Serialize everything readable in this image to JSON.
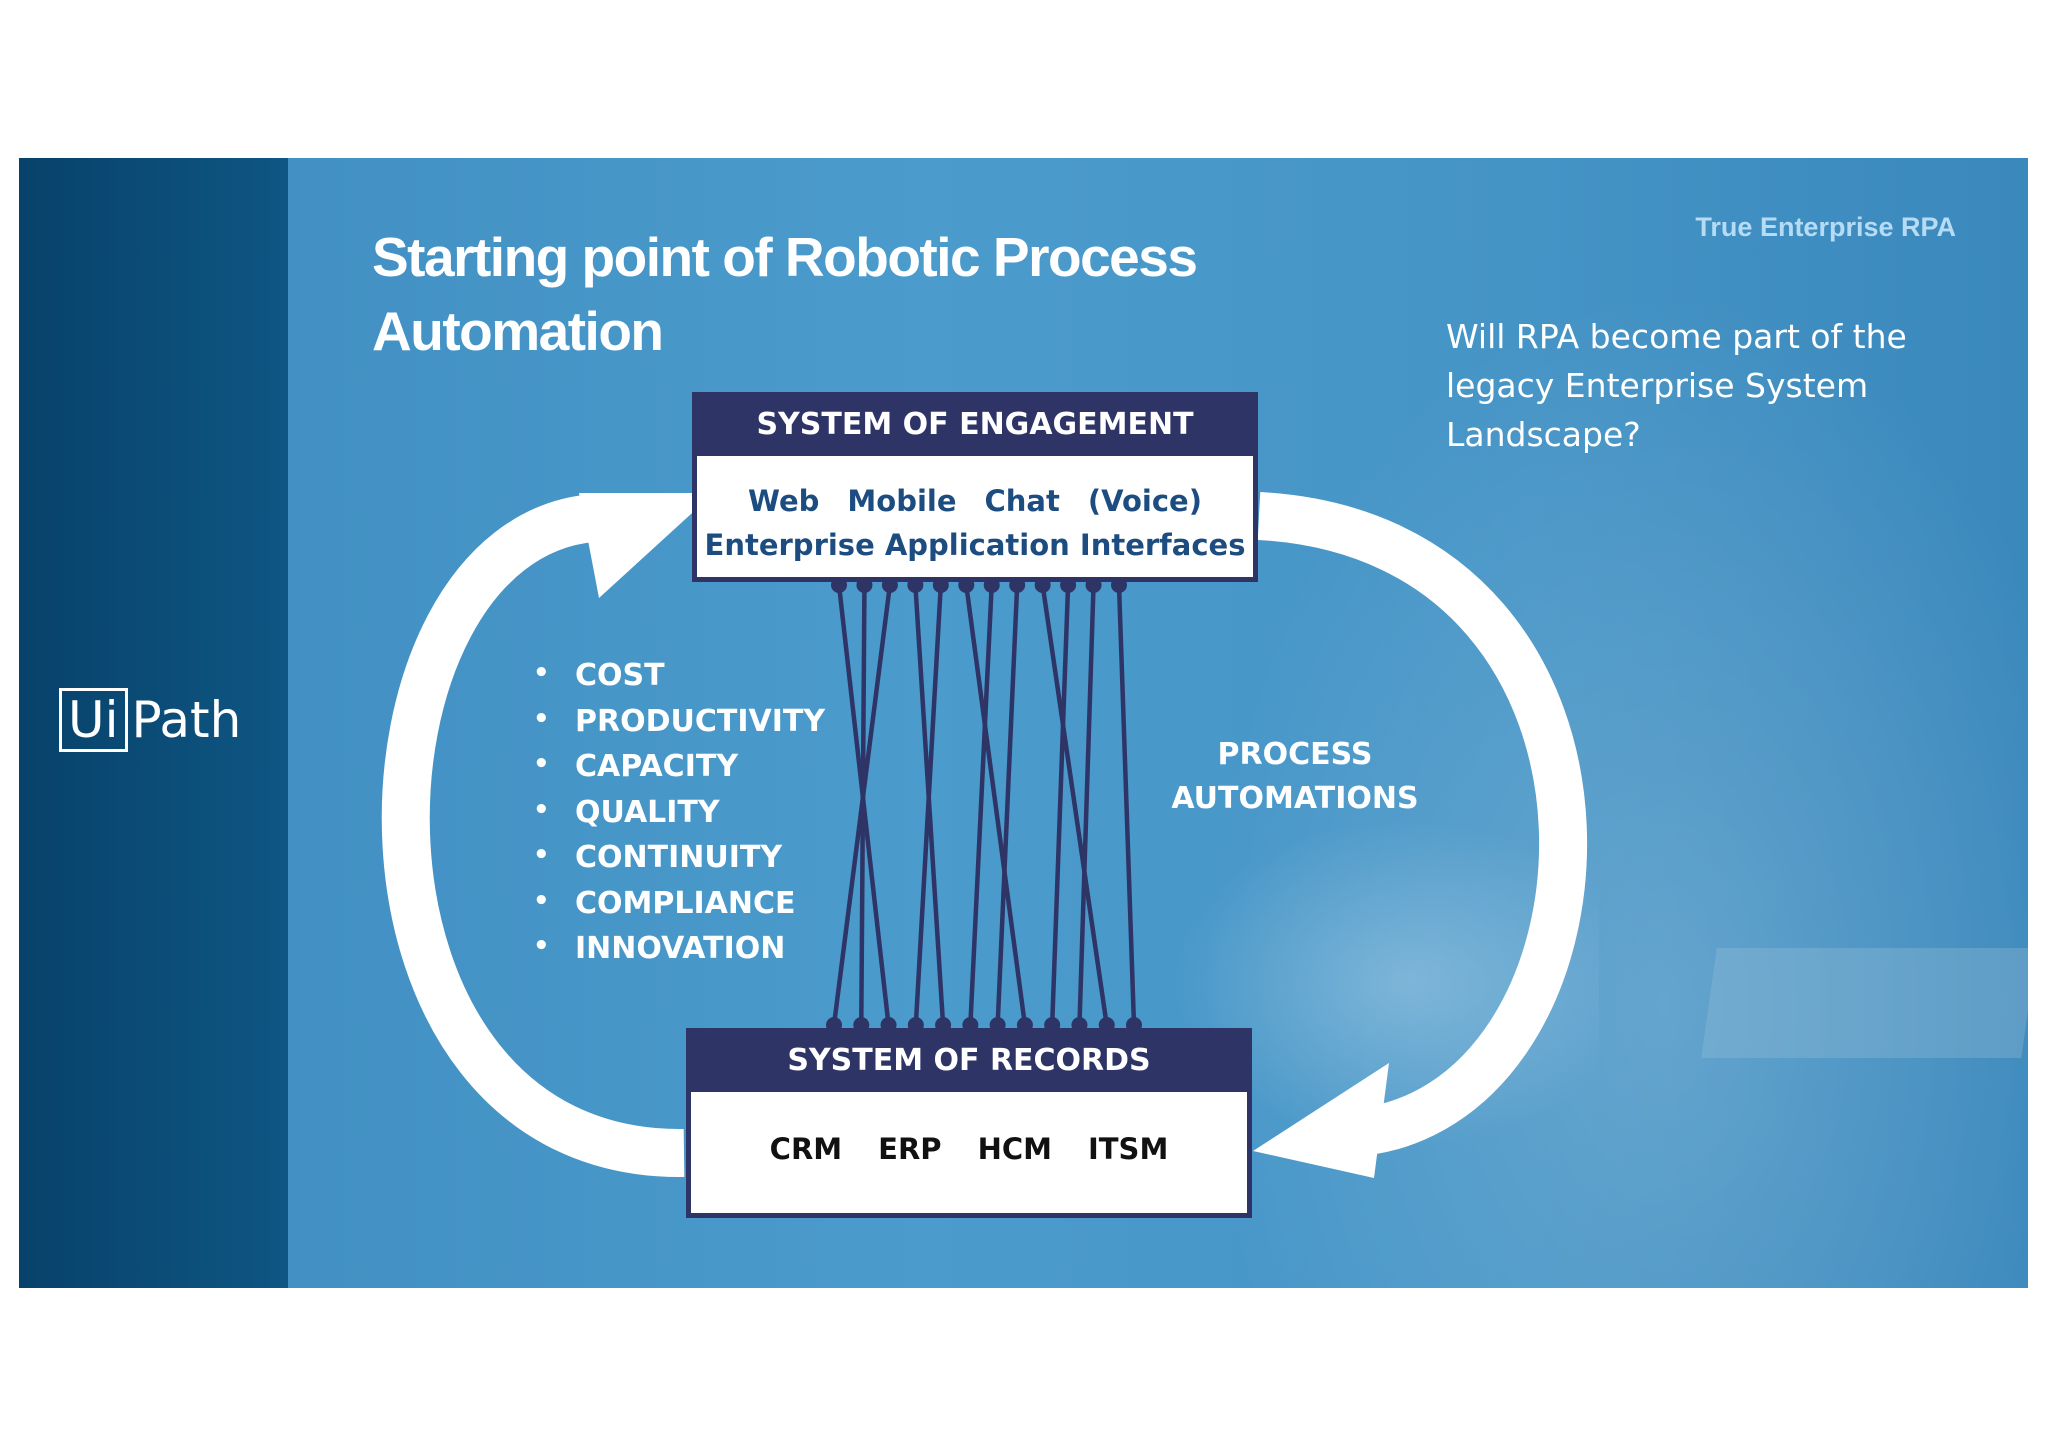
{
  "slide": {
    "title": "Starting point of Robotic Process Automation",
    "tagline": "True Enterprise RPA",
    "question": "Will RPA become part of the legacy Enterprise System Landscape?"
  },
  "logo": {
    "ui": "Ui",
    "path": "Path"
  },
  "system_of_engagement": {
    "title": "SYSTEM OF ENGAGEMENT",
    "channels": [
      "Web",
      "Mobile",
      "Chat",
      "(Voice)"
    ],
    "subtitle": "Enterprise Application Interfaces"
  },
  "system_of_records": {
    "title": "SYSTEM OF RECORDS",
    "systems": [
      "CRM",
      "ERP",
      "HCM",
      "ITSM"
    ]
  },
  "benefits": [
    "COST",
    "PRODUCTIVITY",
    "CAPACITY",
    "QUALITY",
    "CONTINUITY",
    "COMPLIANCE",
    "INNOVATION"
  ],
  "process_label": "PROCESS AUTOMATIONS",
  "connections": [
    [
      0,
      2
    ],
    [
      1,
      1
    ],
    [
      2,
      0
    ],
    [
      3,
      4
    ],
    [
      4,
      3
    ],
    [
      5,
      7
    ],
    [
      6,
      5
    ],
    [
      7,
      6
    ],
    [
      8,
      10
    ],
    [
      9,
      8
    ],
    [
      10,
      9
    ],
    [
      11,
      11
    ]
  ],
  "colors": {
    "navy": "#2e3466",
    "channel_text": "#1d4d80",
    "sidebar": "#07426a",
    "background": "#4b9bcc",
    "tagline": "#b6dcf5",
    "arrow": "#ffffff"
  }
}
